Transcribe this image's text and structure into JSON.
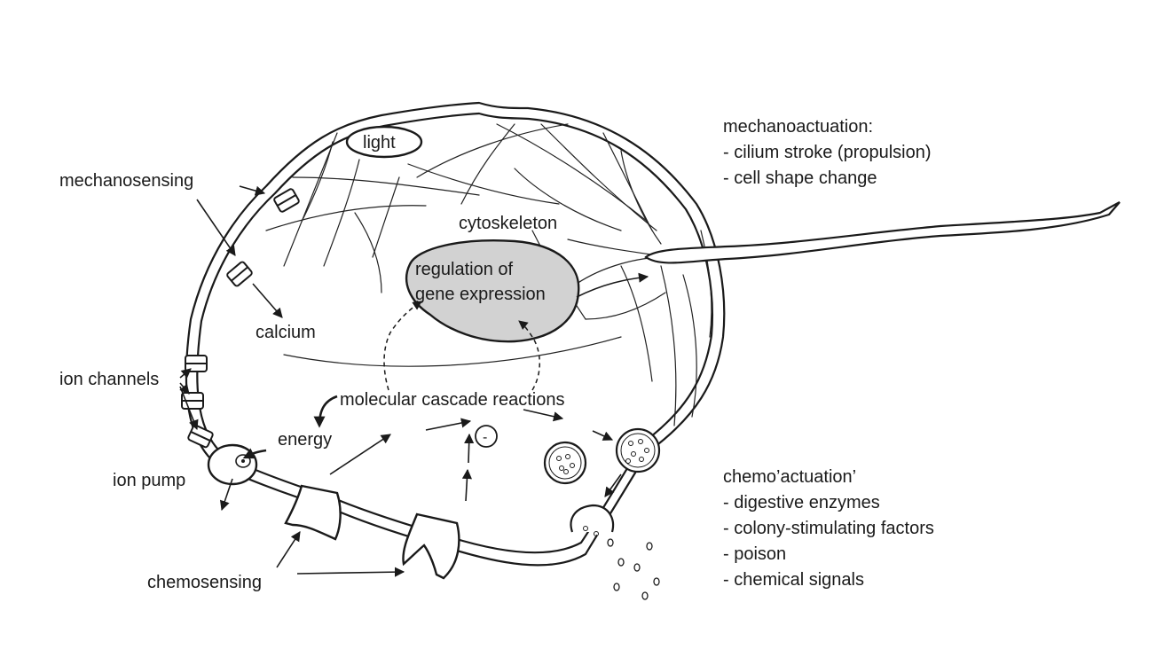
{
  "labels": {
    "light": "light",
    "mechanosensing": "mechanosensing",
    "cytoskeleton": "cytoskeleton",
    "nucleus_line1": "regulation of",
    "nucleus_line2": "gene expression",
    "calcium": "calcium",
    "ion_channels": "ion channels",
    "cascade": "molecular cascade reactions",
    "energy": "energy",
    "ion_pump": "ion pump",
    "chemosensing": "chemosensing",
    "minus": "-"
  },
  "mechanoactuation": {
    "title": "mechanoactuation:",
    "items": [
      "- cilium stroke (propulsion)",
      "- cell shape change"
    ]
  },
  "chemoactuation": {
    "title": "chemo’actuation’",
    "items": [
      "- digestive enzymes",
      "- colony-stimulating factors",
      "- poison",
      "- chemical signals"
    ]
  }
}
